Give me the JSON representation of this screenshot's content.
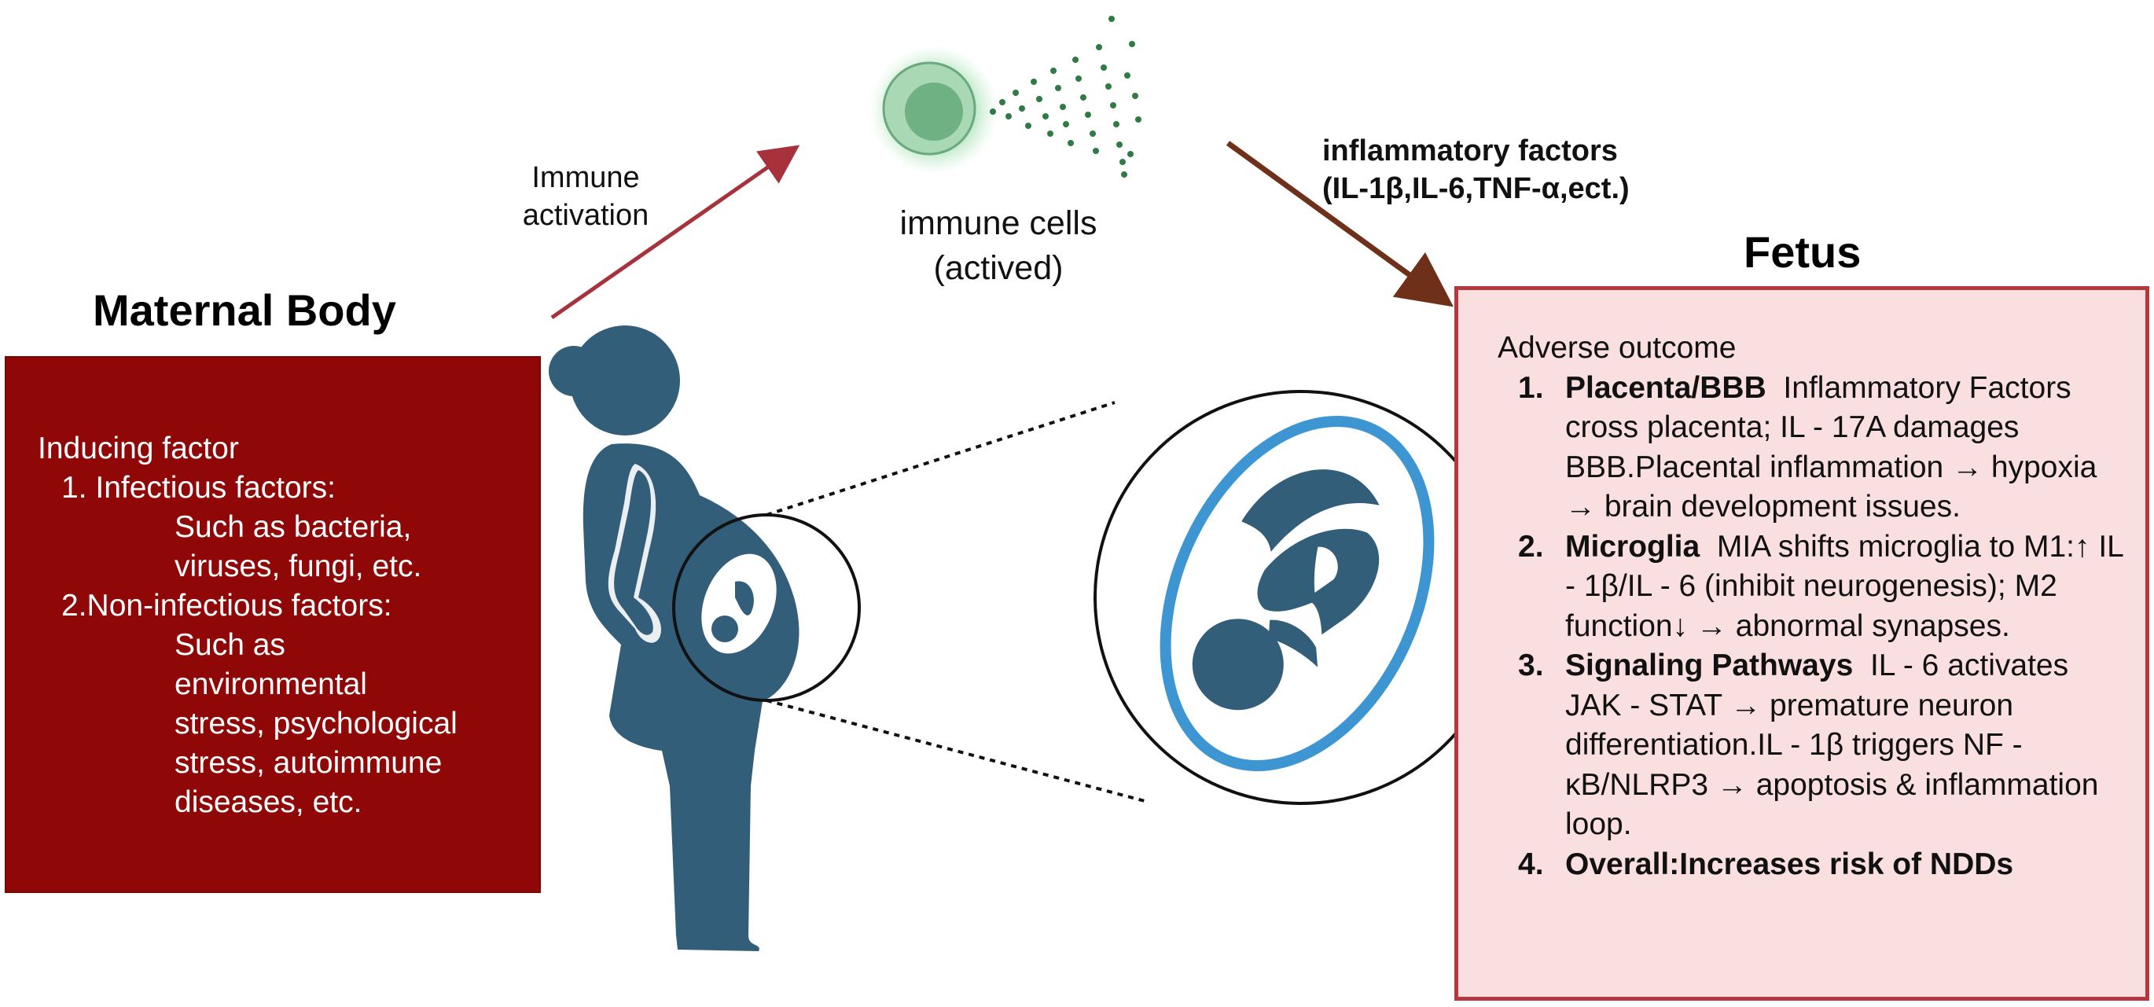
{
  "maternal": {
    "title": "Maternal Body",
    "heading": "Inducing factor",
    "item1_label": "1.  Infectious factors:",
    "item1_detail": [
      "Such as bacteria,",
      "viruses, fungi, etc."
    ],
    "item2_label": "2.Non-infectious factors:",
    "item2_detail": [
      "Such as",
      "environmental",
      "stress, psychological",
      "stress, autoimmune",
      "diseases, etc."
    ]
  },
  "arrows": {
    "immune_activation": [
      "Immune",
      "activation"
    ],
    "inflammatory_title": "inflammatory factors",
    "inflammatory_list": "(IL-1β,IL-6,TNF-α,ect.)"
  },
  "immune_cells": {
    "label_line1": "immune cells",
    "label_line2": "(actived)"
  },
  "fetus": {
    "title": "Fetus",
    "heading": "Adverse outcome",
    "items": [
      {
        "num": "1.",
        "head": "Placenta/BBB",
        "text": "Inflammatory Factors cross placenta; IL - 17A damages BBB.Placental inflammation → hypoxia → brain development issues."
      },
      {
        "num": "2.",
        "head": "Microglia",
        "text": "MIA shifts microglia to M1:↑ IL - 1β/IL - 6 (inhibit neurogenesis); M2 function↓ → abnormal synapses."
      },
      {
        "num": "3.",
        "head": "Signaling Pathways",
        "text": "IL - 6 activates JAK - STAT → premature neuron differentiation.IL - 1β triggers NF - κB/NLRP3 → apoptosis & inflammation loop."
      },
      {
        "num": "4.",
        "head": "Overall:Increases risk of NDDs",
        "text": ""
      }
    ]
  },
  "colors": {
    "maternal_box": "#8f0707",
    "fetus_box_fill": "#f9dfe0",
    "fetus_box_border": "#b5383f",
    "arrow_activation": "#a8323b",
    "arrow_inflammatory": "#6e3018",
    "silhouette": "#325e79",
    "amniotic_ring": "#3d96d2",
    "immune_cell": "#7fbf8e"
  },
  "icons": [
    "pregnant-woman-icon",
    "fetus-icon",
    "immune-cell-icon",
    "cytokine-dots-icon"
  ]
}
